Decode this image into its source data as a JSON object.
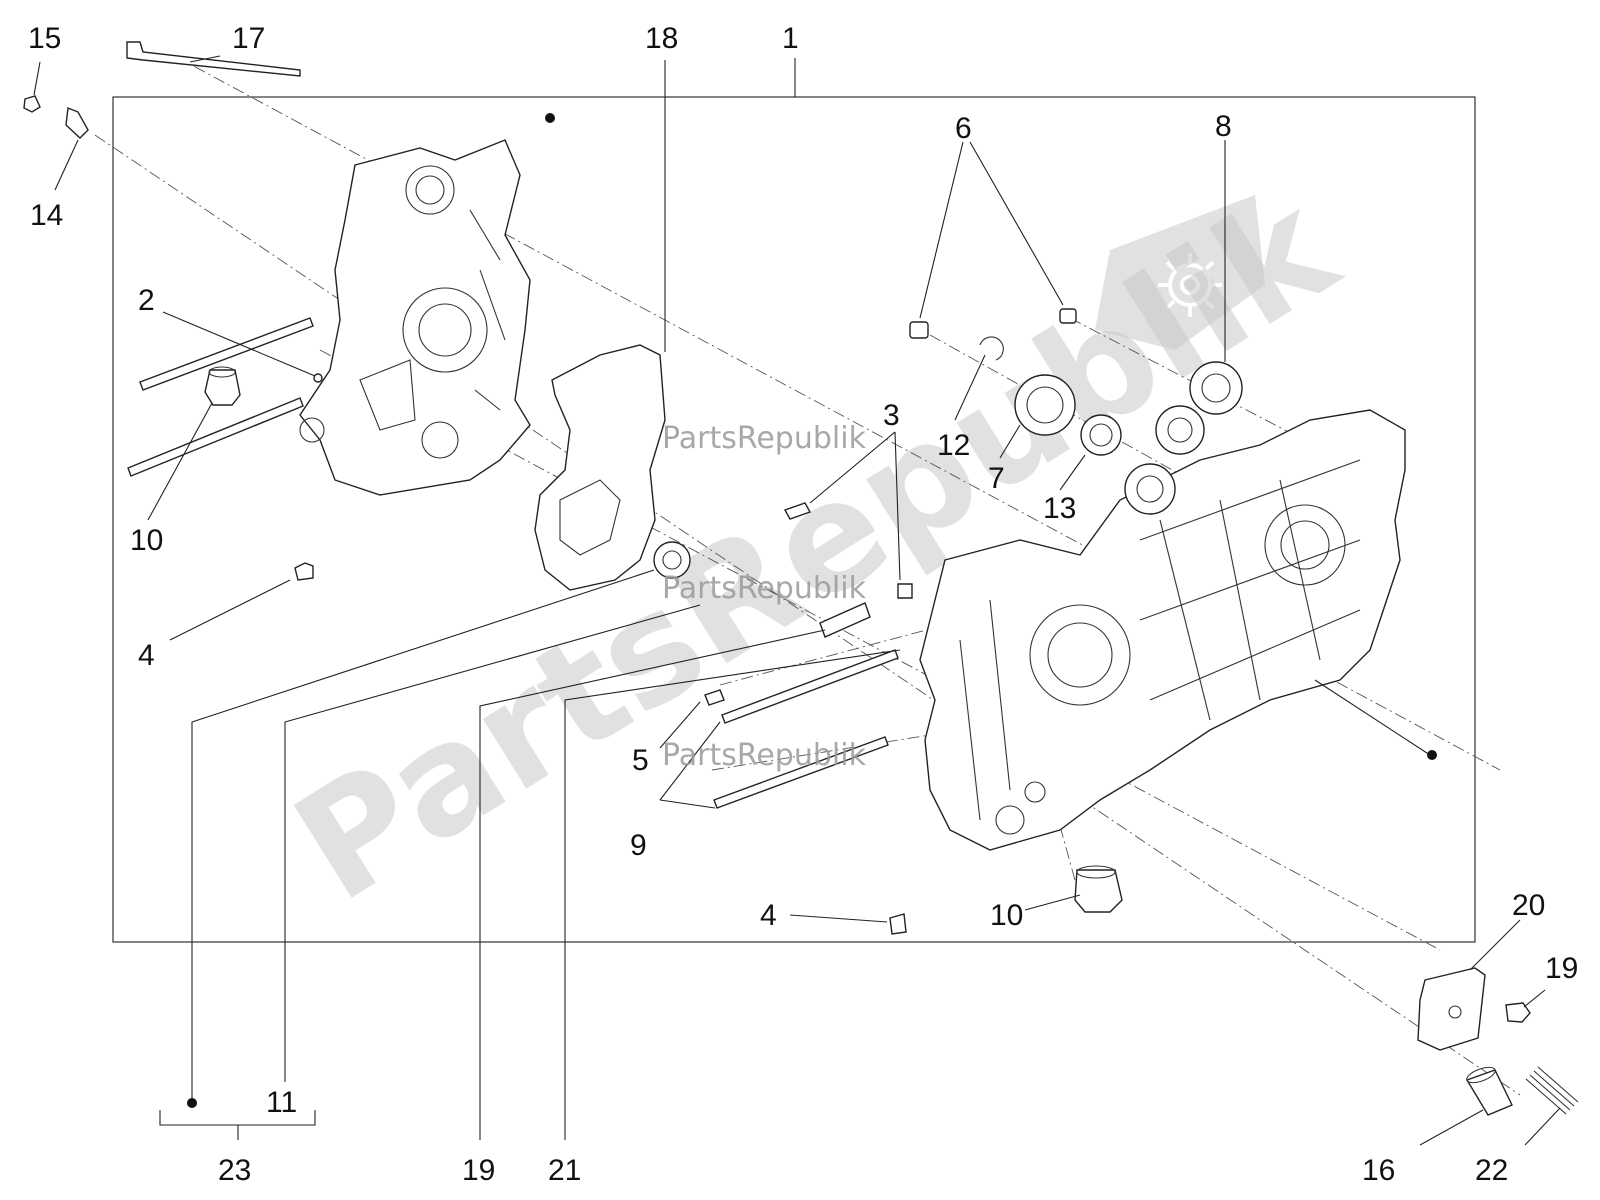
{
  "diagram": {
    "callouts": [
      "1",
      "2",
      "3",
      "4",
      "4",
      "5",
      "6",
      "7",
      "8",
      "9",
      "10",
      "10",
      "11",
      "12",
      "13",
      "14",
      "15",
      "16",
      "17",
      "18",
      "19",
      "19",
      "20",
      "21",
      "22",
      "23"
    ],
    "watermarks": {
      "large": "PartsRepublik",
      "small": "PartsRepublik"
    },
    "colors": {
      "line": "#222222",
      "watermark": "#c9c9c9"
    },
    "icons": [
      "gear-icon"
    ]
  }
}
